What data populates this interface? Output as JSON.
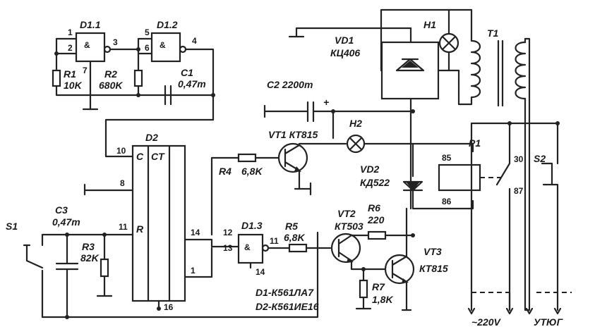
{
  "components": {
    "D1_1": {
      "ref": "D1.1"
    },
    "D1_2": {
      "ref": "D1.2"
    },
    "D1_3": {
      "ref": "D1.3"
    },
    "R1": {
      "ref": "R1",
      "value": "10K"
    },
    "R2": {
      "ref": "R2",
      "value": "680K"
    },
    "R3": {
      "ref": "R3",
      "value": "82K"
    },
    "R4": {
      "ref": "R4",
      "value": "6,8K"
    },
    "R5": {
      "ref": "R5",
      "value": "6,8K"
    },
    "R6": {
      "ref": "R6",
      "value": "220"
    },
    "R7": {
      "ref": "R7",
      "value": "1,8K"
    },
    "C1": {
      "ref": "C1",
      "value": "0,47m"
    },
    "C2": {
      "ref": "C2",
      "value": "2200m",
      "polarity": "+"
    },
    "C3": {
      "ref": "C3",
      "value": "0,47m"
    },
    "D2": {
      "ref": "D2",
      "pin_labels": {
        "clock": "C",
        "counter": "CT",
        "reset": "R"
      }
    },
    "VD1": {
      "ref": "VD1",
      "value": "КЦ406"
    },
    "VD2": {
      "ref": "VD2",
      "value": "КД522"
    },
    "VT1": {
      "ref": "VT1",
      "value": "КТ815"
    },
    "VT2": {
      "ref": "VT2",
      "value": "КТ503"
    },
    "VT3": {
      "ref": "VT3",
      "value": "КТ815"
    },
    "H1": {
      "ref": "H1"
    },
    "H2": {
      "ref": "H2"
    },
    "T1": {
      "ref": "T1"
    },
    "P1": {
      "ref": "P1",
      "pins": [
        "85",
        "86",
        "30",
        "87"
      ]
    },
    "S1": {
      "ref": "S1"
    },
    "S2": {
      "ref": "S2"
    }
  },
  "pins": {
    "d11_in1": "1",
    "d11_in2": "2",
    "d11_out": "3",
    "d11_pwr": "7",
    "d12_in1": "5",
    "d12_in2": "6",
    "d12_out": "4",
    "d2_c": "10",
    "d2_gnd": "8",
    "d2_r": "11",
    "d2_q14": "14",
    "d2_q1": "1",
    "d2_vcc": "16",
    "d13_in1": "12",
    "d13_in2": "13",
    "d13_out": "11",
    "d13_vcc": "14"
  },
  "notes": {
    "ic_line1": "D1-К561ЛА7",
    "ic_line2": "D2-К561ИЕ16"
  },
  "terminals": {
    "mains": "~220V",
    "iron": "УТЮГ"
  }
}
